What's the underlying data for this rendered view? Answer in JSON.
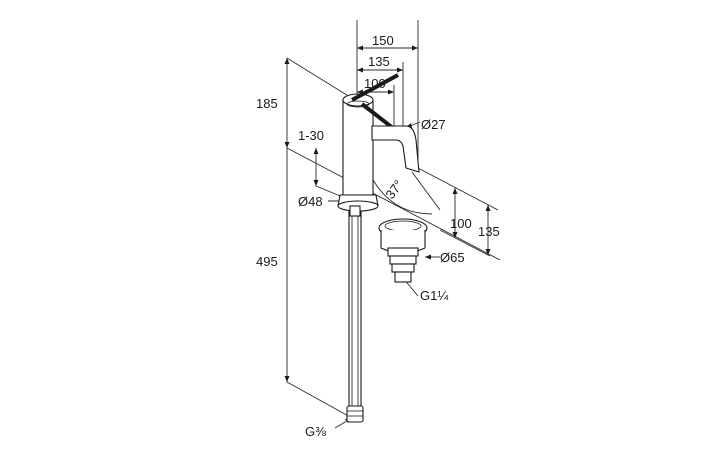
{
  "labels": {
    "w150": "150",
    "w135": "135",
    "w100": "100",
    "h185": "185",
    "r130": "1-30",
    "d27": "Ø27",
    "a37": "37°",
    "d48": "Ø48",
    "h100": "100",
    "h135": "135",
    "d65": "Ø65",
    "h495": "495",
    "g114": "G1¼",
    "g38": "G⅜"
  }
}
